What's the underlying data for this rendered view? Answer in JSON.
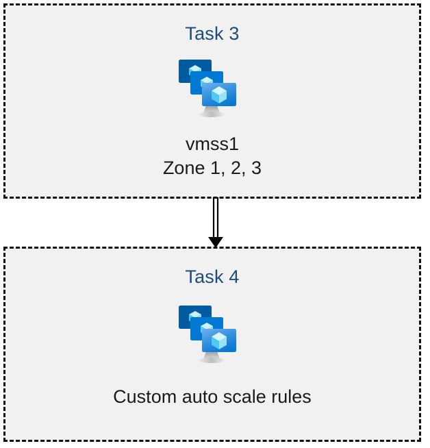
{
  "diagram": {
    "background_color": "#ffffff",
    "box_fill_color": "#f1f1f1",
    "box_border_color": "#111111",
    "title_color": "#1a4c7c",
    "text_color": "#1a1a1a",
    "boxes": [
      {
        "title": "Task 3",
        "icon": "azure-virtual-machine-scale-set-icon",
        "caption_lines": [
          "vmss1",
          "Zone 1, 2, 3"
        ]
      },
      {
        "title": "Task 4",
        "icon": "azure-virtual-machine-scale-set-icon",
        "caption_lines": [
          "Custom auto scale rules"
        ]
      }
    ],
    "connector": {
      "name": "double-line-arrow",
      "direction": "down",
      "color": "#000000"
    },
    "icon_colors": {
      "monitor_back": "#005ba1",
      "monitor_middle": "#0078d4",
      "monitor_front_top": "#5ea0e8",
      "monitor_front_bottom": "#0f7ad4",
      "cube_light": "#c3f1ff",
      "cube_mid": "#64d2f5",
      "cube_dark": "#32bced",
      "stand": "#b3b3b3"
    }
  }
}
